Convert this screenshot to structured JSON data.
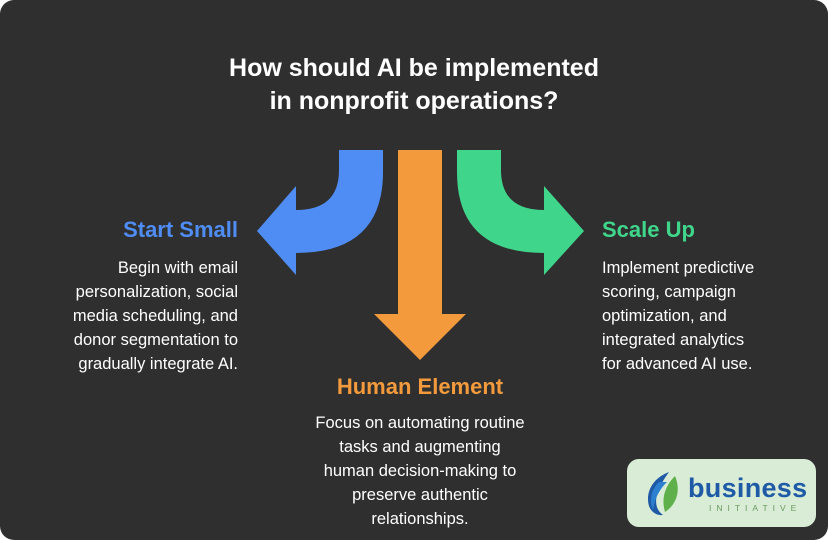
{
  "title": {
    "line1": "How should AI be implemented",
    "line2": "in nonprofit operations?"
  },
  "left": {
    "heading": "Start Small",
    "lines": [
      "Begin with email",
      "personalization, social",
      "media scheduling, and",
      "donor segmentation to",
      "gradually integrate AI."
    ]
  },
  "right": {
    "heading": "Scale Up",
    "lines": [
      "Implement predictive",
      "scoring, campaign",
      "optimization, and",
      "integrated analytics",
      "for advanced AI use."
    ]
  },
  "center": {
    "heading": "Human Element",
    "lines": [
      "Focus on automating routine",
      "tasks and augmenting",
      "human decision-making to",
      "preserve authentic",
      "relationships."
    ]
  },
  "logo": {
    "word": "business",
    "sub": "INITIATIVE"
  },
  "colors": {
    "background": "#2f2f2f",
    "left": "#4f8df5",
    "center": "#f39a3c",
    "right": "#3fd68c"
  },
  "icons": [
    "arrow-curve-left-icon",
    "arrow-down-icon",
    "arrow-curve-right-icon",
    "business-initiative-leaf-logo-icon"
  ]
}
